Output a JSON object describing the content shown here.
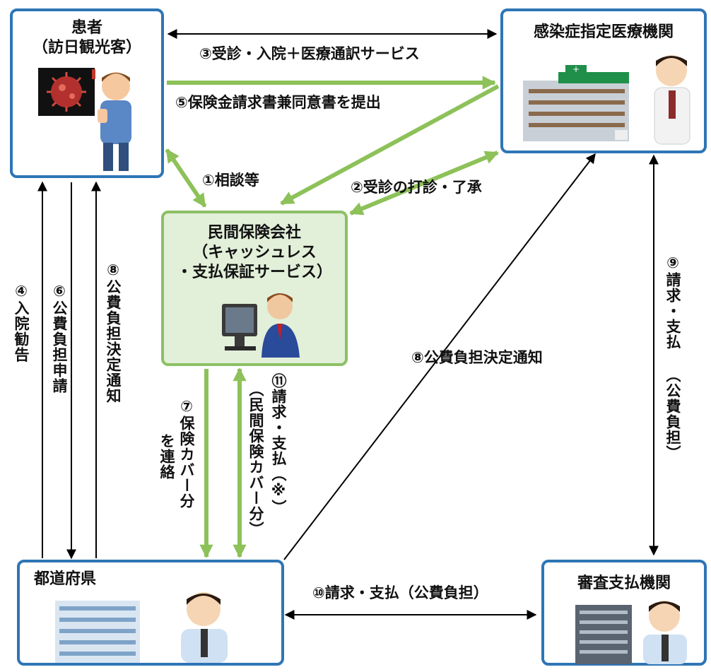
{
  "colors": {
    "blue_border": "#2e75b6",
    "green_border": "#8cc065",
    "green_fill": "#e2efd9",
    "green_arrow": "#8dc159",
    "black_arrow": "#000000"
  },
  "nodes": {
    "patient": {
      "title": "患者\n（訪日観光客）",
      "illustration": "sick-tourist-with-coronavirus"
    },
    "hospital": {
      "title": "感染症指定医療機関",
      "illustration": "hospital-building-and-doctor"
    },
    "insurer": {
      "title": "民間保険会社\n（キャッシュレス\n・支払保証サービス）",
      "illustration": "operator-at-computer"
    },
    "prefecture": {
      "title": "都道府県",
      "illustration": "government-building-and-officer"
    },
    "review": {
      "title": "審査支払機関",
      "illustration": "office-building-and-staff"
    }
  },
  "labels": {
    "l3": "③受診・入院＋医療通訳サービス",
    "l5": "⑤保険金請求書兼同意書を提出",
    "l1": "①相談等",
    "l2": "②受診の打診・了承",
    "l4": "④入院勧告",
    "l6": "⑥公費負担申請",
    "l8a": "⑧公費負担決定通知",
    "l7a": "⑦保険カバー分",
    "l7b": "を連絡",
    "l11a": "⑪請求・支払（※）",
    "l11b": "（民間保険カバー分）",
    "l8b": "⑧公費負担決定通知",
    "l9a": "⑨請求・支払",
    "l9b": "（公費負担）",
    "l10": "⑩請求・支払（公費負担）"
  }
}
